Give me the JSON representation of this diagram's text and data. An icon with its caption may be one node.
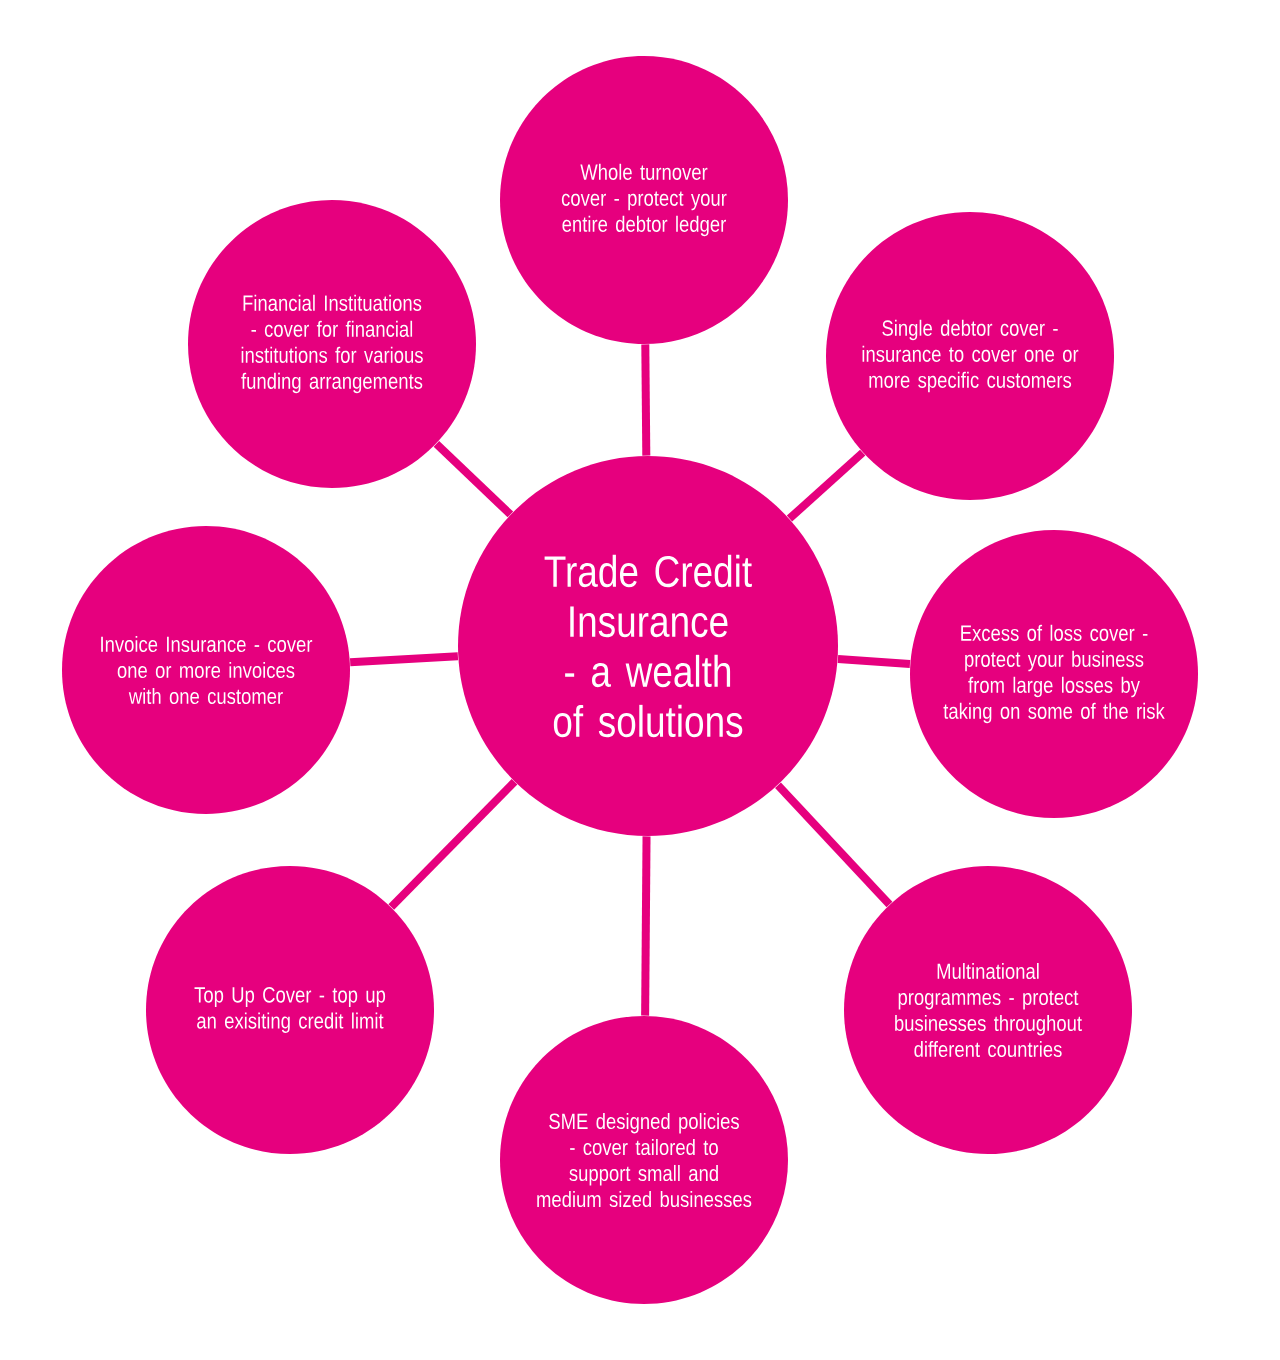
{
  "diagram": {
    "nodes": [
      {
        "text": [
          "Trade Credit Insurance - a wealth of solutions"
        ]
      },
      {
        "text": [
          "Whole turnover cover - protect your entire debtor ledger"
        ]
      },
      {
        "text": [
          "Single debtor cover - insurance to cover one or more specific customers"
        ]
      },
      {
        "text": [
          "Excess of loss cover - protect your business from large losses by taking on some of the risk"
        ]
      },
      {
        "text": [
          "Multinational programmes - protect businesses throughout different countries"
        ]
      },
      {
        "text": [
          "SME designed policies - cover tailored to support small and medium sized businesses"
        ]
      },
      {
        "text": [
          "Top Up Cover - top up an exisiting credit limit"
        ]
      },
      {
        "text": [
          "Invoice Insurance - cover one or more invoices with one customer"
        ]
      },
      {
        "text": [
          "Financial Instituations - cover for financial institutions for various funding arrangements"
        ]
      }
    ],
    "edges": [
      {
        "from": 0,
        "to": 1,
        "arrow": "none"
      },
      {
        "from": 0,
        "to": 2,
        "arrow": "none"
      },
      {
        "from": 0,
        "to": 3,
        "arrow": "none"
      },
      {
        "from": 0,
        "to": 4,
        "arrow": "none"
      },
      {
        "from": 0,
        "to": 5,
        "arrow": "none"
      },
      {
        "from": 0,
        "to": 6,
        "arrow": "none"
      },
      {
        "from": 0,
        "to": 7,
        "arrow": "none"
      },
      {
        "from": 0,
        "to": 8,
        "arrow": "none"
      }
    ]
  }
}
